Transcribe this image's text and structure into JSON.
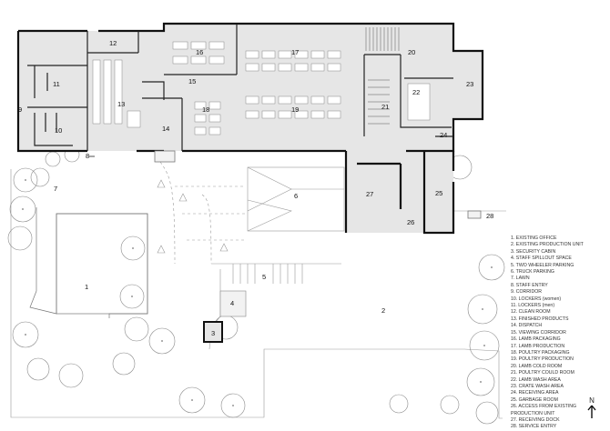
{
  "rooms": [
    {
      "id": "1",
      "label": "1"
    },
    {
      "id": "2",
      "label": "2"
    },
    {
      "id": "3",
      "label": "3"
    },
    {
      "id": "4",
      "label": "4"
    },
    {
      "id": "5",
      "label": "5"
    },
    {
      "id": "6",
      "label": "6"
    },
    {
      "id": "7",
      "label": "7"
    },
    {
      "id": "8",
      "label": "8"
    },
    {
      "id": "9",
      "label": "9"
    },
    {
      "id": "10",
      "label": "10"
    },
    {
      "id": "11",
      "label": "11"
    },
    {
      "id": "12",
      "label": "12"
    },
    {
      "id": "13",
      "label": "13"
    },
    {
      "id": "14",
      "label": "14"
    },
    {
      "id": "15",
      "label": "15"
    },
    {
      "id": "16",
      "label": "16"
    },
    {
      "id": "17",
      "label": "17"
    },
    {
      "id": "18",
      "label": "18"
    },
    {
      "id": "19",
      "label": "19"
    },
    {
      "id": "20",
      "label": "20"
    },
    {
      "id": "21",
      "label": "21"
    },
    {
      "id": "22",
      "label": "22"
    },
    {
      "id": "23",
      "label": "23"
    },
    {
      "id": "24",
      "label": "24"
    },
    {
      "id": "25",
      "label": "25"
    },
    {
      "id": "26",
      "label": "26"
    },
    {
      "id": "27",
      "label": "27"
    },
    {
      "id": "28",
      "label": "28"
    }
  ],
  "legend": [
    "1. EXISTING OFFICE",
    "2. EXISTING PRODUCTION UNIT",
    "3. SECURITY CABIN",
    "4. STAFF SPILLOUT SPACE",
    "5. TWO WHEELER PARKING",
    "6. TRUCK PARKING",
    "7. LAWN",
    "8. STAFF ENTRY",
    "9. CORRIDOR",
    "10. LOCKERS (women)",
    "11. LOCKERS (men)",
    "12. CLEAN ROOM",
    "13. FINISHED PRODUCTS",
    "14. DISPATCH",
    "15. VIEWING CORRIDOR",
    "16. LAMB PACKAGING",
    "17. LAMB PRODUCTION",
    "18. POULTRY PACKAGING",
    "19. POULTRY PRODUCTION",
    "20. LAMB COLD ROOM",
    "21. POULTRY COULD ROOM",
    "22. LAMB WASH AREA",
    "23. CRATE WASH AREA",
    "24. RECEIVING AREA",
    "25. GARBAGE ROOM",
    "26. ACCESS FROM EXISTING PRODUCTION UNIT",
    "27. RECEIVING DOCK",
    "28. SERVICE ENTRY"
  ],
  "north": {
    "label": "N"
  },
  "colors": {
    "floor": "#e6e6e6",
    "wall": "#111111",
    "line": "#9a9a9a"
  }
}
